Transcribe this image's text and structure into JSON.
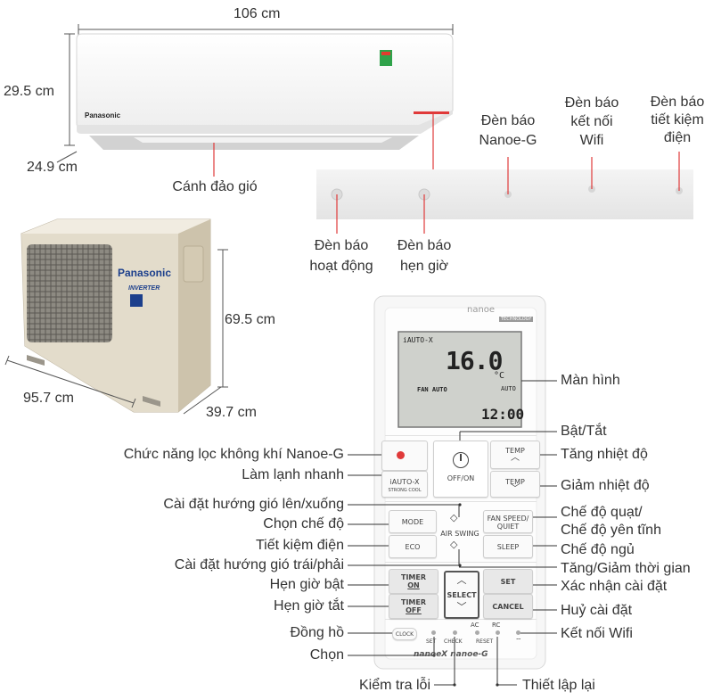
{
  "dimensions": {
    "indoor_width": "106 cm",
    "indoor_height": "29.5 cm",
    "indoor_depth": "24.9 cm",
    "outdoor_height": "69.5 cm",
    "outdoor_width": "95.7 cm",
    "outdoor_depth": "39.7 cm"
  },
  "indoor_labels": {
    "louver": "Cánh đảo gió",
    "nanoe_light": [
      "Đèn báo",
      "Nanoe-G"
    ],
    "wifi_light": [
      "Đèn báo",
      "kết nối",
      "Wifi"
    ],
    "eco_light": [
      "Đèn báo",
      "tiết kiệm",
      "điện"
    ],
    "power_light": [
      "Đèn báo",
      "hoạt động"
    ],
    "timer_light": [
      "Đèn báo",
      "hẹn giờ"
    ]
  },
  "brand": {
    "indoor_logo": "Panasonic",
    "outdoor_logo": "Panasonic",
    "inverter": "INVERTER"
  },
  "remote": {
    "header": "nanoe",
    "header_sub": "TECHNOLOGY",
    "lcd_mode": "iAUTO-X",
    "lcd_temp": "16.0",
    "lcd_unit": "°C",
    "lcd_fan": "FAN AUTO",
    "lcd_auto": "AUTO",
    "lcd_clock": "12:00",
    "keys": {
      "iauto": "iAUTO-X",
      "iauto_sub": "STRONG COOL",
      "off_on": "OFF/ON",
      "temp": "TEMP",
      "mode": "MODE",
      "fan_speed": "FAN SPEED/",
      "quiet": "QUIET",
      "air_swing": "AIR SWING",
      "eco": "ECO",
      "sleep": "SLEEP",
      "timer": "TIMER",
      "on": "ON",
      "off": "OFF",
      "select": "SELECT",
      "set": "SET",
      "cancel": "CANCEL",
      "clock": "CLOCK",
      "ac": "AC",
      "rc": "RC",
      "set_small": "SET",
      "check": "CHECK",
      "reset": "RESET"
    },
    "footer": "nanoeX  nanoe-G"
  },
  "remote_labels": {
    "screen": "Màn hình",
    "on_off": "Bật/Tắt",
    "temp_up": "Tăng nhiệt độ",
    "temp_down": "Giảm nhiệt độ",
    "nanoe_g": "Chức năng lọc không khí Nanoe-G",
    "fast_cool": "Làm lạnh nhanh",
    "swing_vertical": "Cài đặt hướng gió lên/xuống",
    "mode": "Chọn chế độ",
    "eco": "Tiết kiệm điện",
    "swing_horizontal": "Cài đặt hướng gió trái/phải",
    "timer_on": "Hẹn giờ bật",
    "timer_off": "Hẹn giờ tắt",
    "clock": "Đồng hồ",
    "choose": "Chọn",
    "error_check": "Kiểm tra lỗi",
    "reset": "Thiết lập lại",
    "fan_mode": "Chế độ quạt/",
    "quiet_mode": "Chế độ yên tĩnh",
    "sleep_mode": "Chế độ ngủ",
    "time_adjust": "Tăng/Giảm thời gian",
    "confirm": "Xác nhận cài đặt",
    "cancel": "Huỷ cài đặt",
    "wifi": "Kết nối Wifi"
  }
}
